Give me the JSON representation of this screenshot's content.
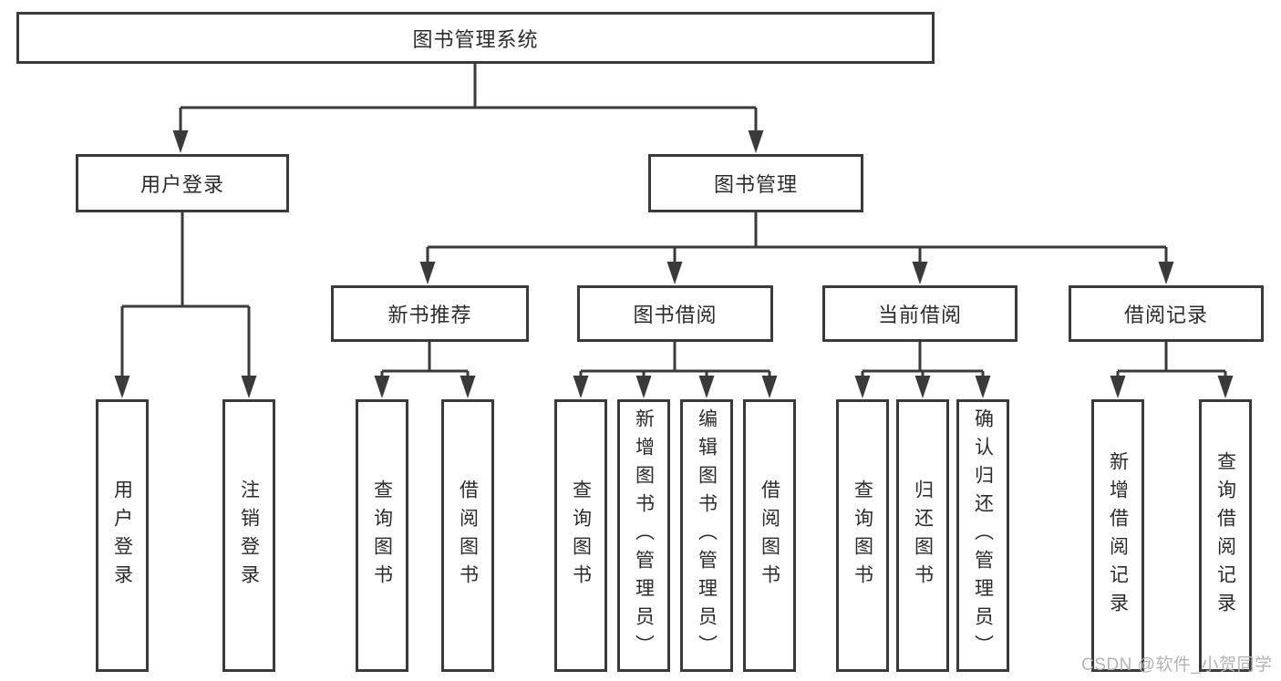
{
  "colors": {
    "line": "#3a3a3a",
    "text": "#2b2b2b",
    "box_bg": "#ffffff",
    "watermark": "#b3b3b3"
  },
  "title": "图书管理系统",
  "watermark": "CSDN @软件_小贺同学",
  "level2": {
    "user_login": "用户登录",
    "book_management": "图书管理"
  },
  "level3": {
    "new_book_recommend": "新书推荐",
    "book_borrow": "图书借阅",
    "current_borrow": "当前借阅",
    "borrow_records": "借阅记录"
  },
  "leaves": {
    "user_login": [
      "用户登录",
      "注销登录"
    ],
    "new_book_recommend": [
      "查询图书",
      "借阅图书"
    ],
    "book_borrow": [
      "查询图书",
      "新增图书（管理员）",
      "编辑图书（管理员）",
      "借阅图书"
    ],
    "current_borrow": [
      "查询图书",
      "归还图书",
      "确认归还（管理员）"
    ],
    "borrow_records": [
      "新增借阅记录",
      "查询借阅记录"
    ]
  }
}
